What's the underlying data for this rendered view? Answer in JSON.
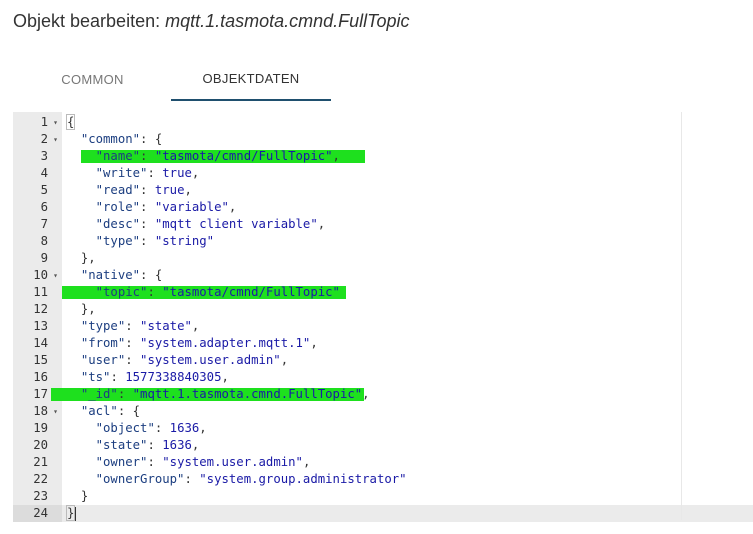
{
  "title": {
    "prefix": "Objekt bearbeiten: ",
    "object_id": "mqtt.1.tasmota.cmnd.FullTopic"
  },
  "tabs": [
    {
      "label": "COMMON",
      "active": false
    },
    {
      "label": "OBJEKTDATEN",
      "active": true
    }
  ],
  "editor": {
    "highlight_color": "#1ee01e",
    "highlighted_lines": [
      3,
      11,
      17
    ],
    "active_line": 24,
    "fold_lines": [
      1,
      2,
      10,
      18
    ],
    "lines": [
      "{",
      "  \"common\": {",
      "    \"name\": \"tasmota/cmnd/FullTopic\",",
      "    \"write\": true,",
      "    \"read\": true,",
      "    \"role\": \"variable\",",
      "    \"desc\": \"mqtt client variable\",",
      "    \"type\": \"string\"",
      "  },",
      "  \"native\": {",
      "    \"topic\": \"tasmota/cmnd/FullTopic\"",
      "  },",
      "  \"type\": \"state\",",
      "  \"from\": \"system.adapter.mqtt.1\",",
      "  \"user\": \"system.user.admin\",",
      "  \"ts\": 1577338840305,",
      "  \"_id\": \"mqtt.1.tasmota.cmnd.FullTopic\",",
      "  \"acl\": {",
      "    \"object\": 1636,",
      "    \"state\": 1636,",
      "    \"owner\": \"system.user.admin\",",
      "    \"ownerGroup\": \"system.group.administrator\"",
      "  }",
      "}"
    ]
  }
}
